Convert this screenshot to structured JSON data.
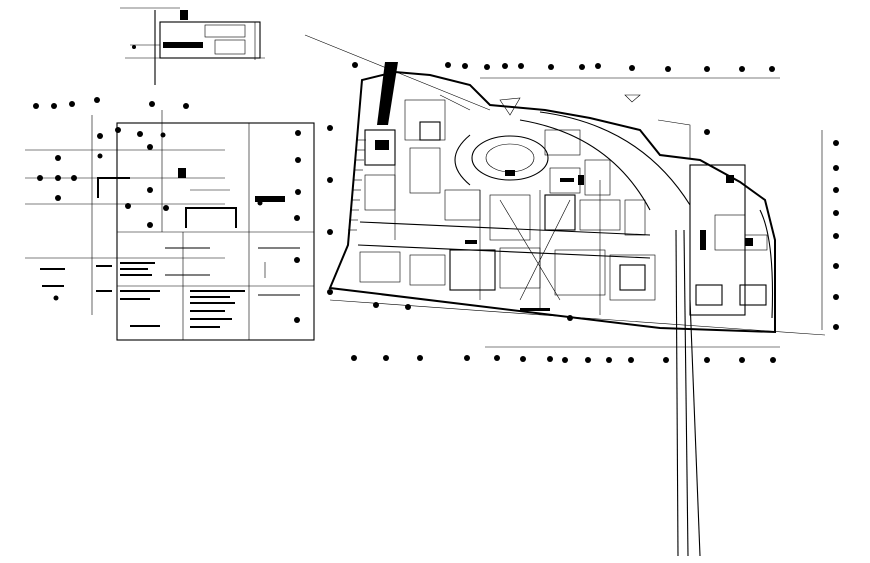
{
  "drawing": {
    "type": "architectural-floor-plan",
    "background": "#ffffff",
    "ink_color": "#000000",
    "views": [
      "detail-inset",
      "legend-schedule-sheet",
      "main-floor-plan"
    ]
  }
}
